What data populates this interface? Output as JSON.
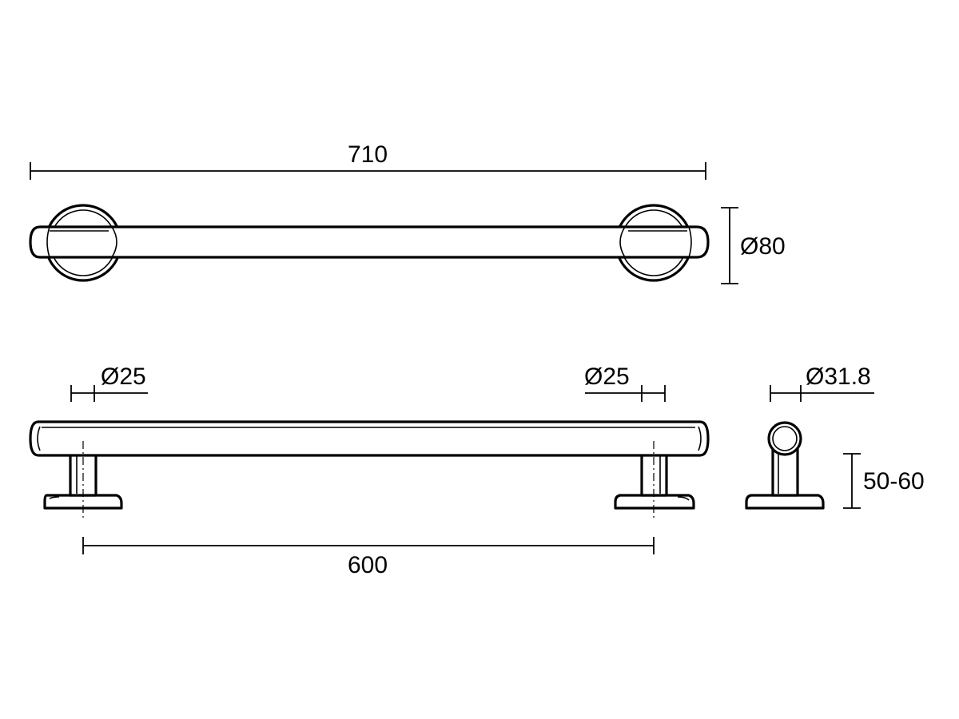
{
  "dimensions": {
    "top_overall_length": "710",
    "top_flange_diameter": "Ø80",
    "front_left_post_diameter": "Ø25",
    "front_right_post_diameter": "Ø25",
    "front_center_distance": "600",
    "side_tube_diameter": "Ø31.8",
    "side_projection": "50-60"
  }
}
